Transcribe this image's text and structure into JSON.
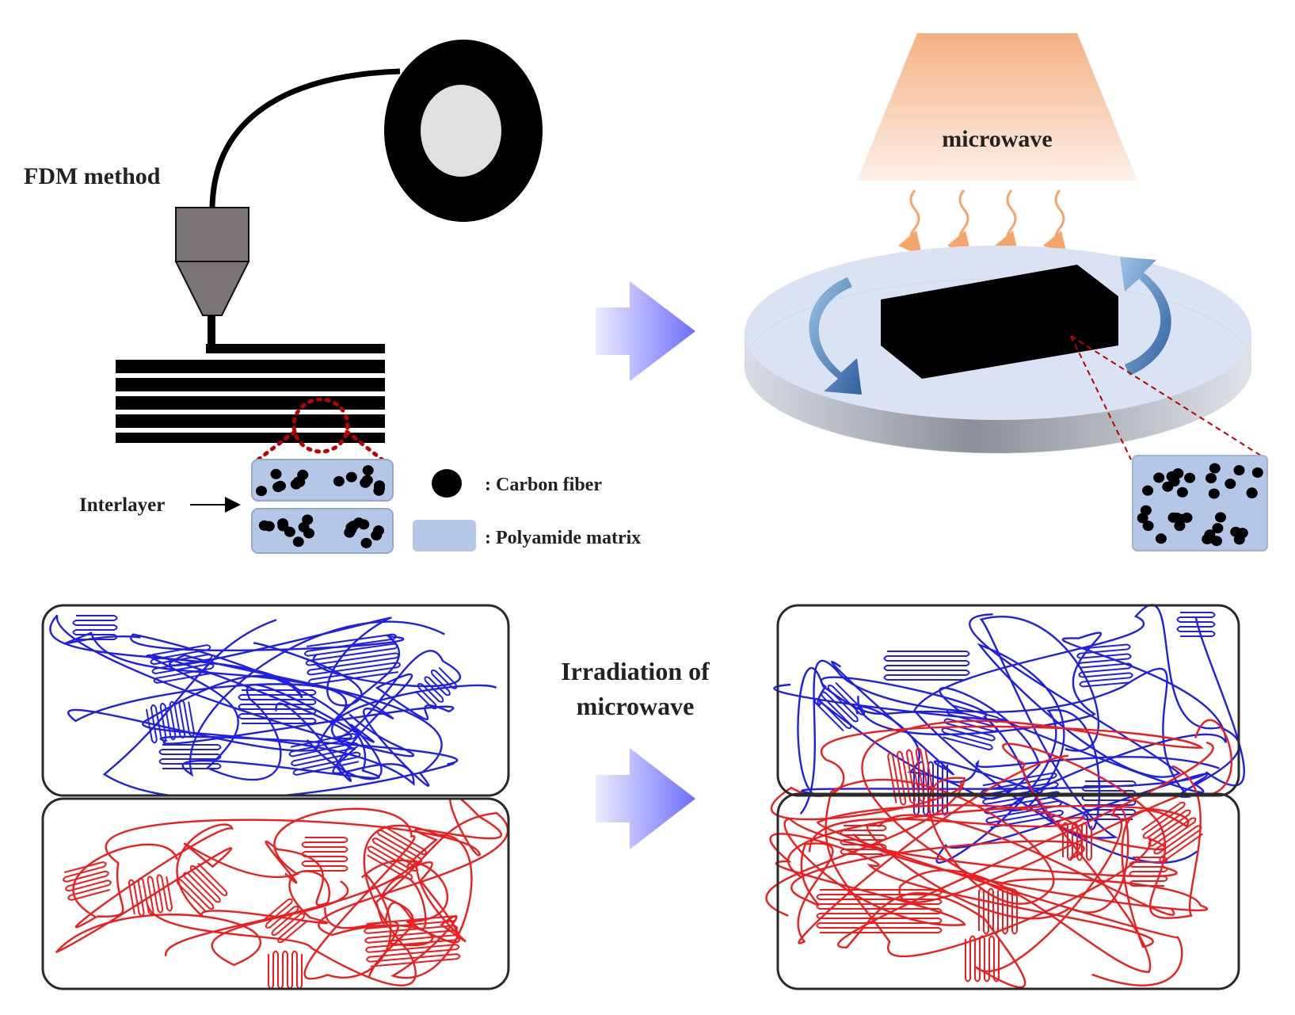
{
  "labels": {
    "fdm_method": "FDM method",
    "microwave": "microwave",
    "interlayer": "Interlayer",
    "carbon_fiber": ": Carbon fiber",
    "polyamide_matrix": ": Polyamide matrix",
    "irradiation_line1": "Irradiation of",
    "irradiation_line2": "microwave"
  },
  "colors": {
    "polyamide": "#b4c7e7",
    "carbon": "#000000",
    "arrow_light": "#e6e6ff",
    "arrow_dark": "#7373ff",
    "microwave_peach": "#f4b183",
    "turntable": "#dae3f3",
    "blue_chain": "#1f1fe6",
    "red_chain": "#ee1c1c",
    "dotted_red": "#c00000"
  },
  "icons": {
    "spool": "filament-spool-icon",
    "nozzle": "extruder-nozzle-icon",
    "rotation": "curved-rotation-arrow-icon",
    "process": "block-right-arrow-icon"
  }
}
